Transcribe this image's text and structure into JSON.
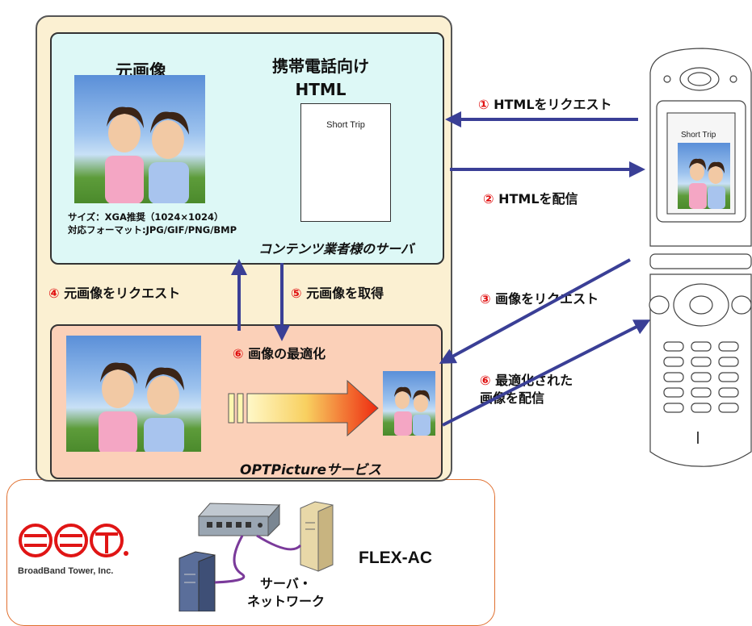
{
  "content_server": {
    "original_label": "元画像",
    "mobile_html_label_1": "携帯電話向け",
    "mobile_html_label_2": "HTML",
    "doc_title": "Short Trip",
    "size_info": "サイズ：XGA推奨（1024×1024）",
    "format_info": "対応フォーマット:JPG/GIF/PNG/BMP",
    "caption": "コンテンツ業者様のサーバ"
  },
  "steps": {
    "s1": "① HTMLをリクエスト",
    "s2": "② HTMLを配信",
    "s3": "③ 画像をリクエスト",
    "s4": "④ 元画像をリクエスト",
    "s5": "⑤ 元画像を取得",
    "s6": "⑥ 画像の最適化",
    "s6b_1": "⑥ 最適化された",
    "s6b_2": "画像を配信"
  },
  "opt_service": {
    "caption": "OPTPictureサービス"
  },
  "phone": {
    "screen_title": "Short Trip"
  },
  "flex": {
    "logo_text": "BroadBand Tower, Inc.",
    "name": "FLEX-AC",
    "network_1": "サーバ・",
    "network_2": "ネットワーク"
  },
  "colors": {
    "arrow": "#3a3f96",
    "accent": "#e01010",
    "outer_bg": "#fbf0d2",
    "content_bg": "#ddf8f6",
    "opt_bg": "#fbd0b8"
  }
}
